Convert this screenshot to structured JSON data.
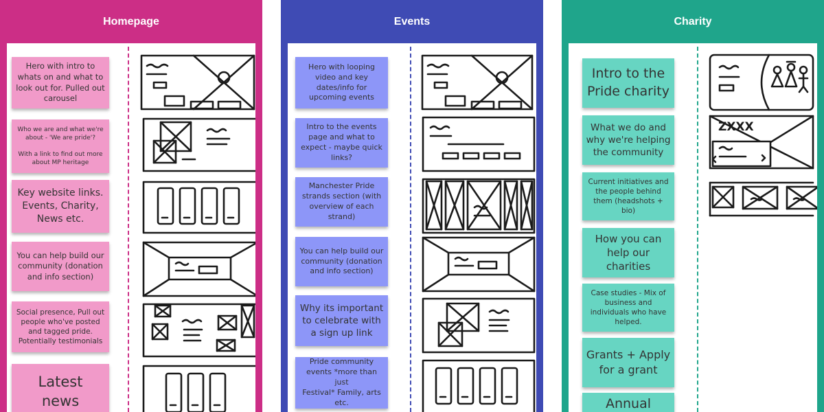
{
  "columns": [
    {
      "id": "homepage",
      "title": "Homepage",
      "color": "#cc2e86",
      "note_color": "#f19ac9",
      "notes": [
        {
          "text": "Hero with intro to\nwhats on and what to\nlook out for. Pulled out\ncarousel"
        },
        {
          "text": "Who we are and what we're\nabout - 'We are pride'?\n\nWith a link to find out more\nabout MP heritage"
        },
        {
          "text": "Key website links.\nEvents, Charity,\nNews etc."
        },
        {
          "text": "You can help build our\ncommunity (donation\nand info section)"
        },
        {
          "text": "Social presence, Pull out\npeople who've posted\nand tagged pride.\nPotentially testimonials"
        },
        {
          "text": "Latest\nnews"
        }
      ]
    },
    {
      "id": "events",
      "title": "Events",
      "color": "#3f4bb4",
      "note_color": "#8d96f8",
      "notes": [
        {
          "text": "Hero with looping\nvideo and key\ndates/info for\nupcoming events"
        },
        {
          "text": "Intro to the events\npage and what to\nexpect - maybe quick\nlinks?"
        },
        {
          "text": "Manchester Pride\nstrands section (with\noverview of each\nstrand)"
        },
        {
          "text": "You can help build our\ncommunity (donation\nand info section)"
        },
        {
          "text": "Why its important\nto celebrate with\na sign up link"
        },
        {
          "text": "Pride community\nevents *more than just\nFestival* Family, arts\netc."
        }
      ]
    },
    {
      "id": "charity",
      "title": "Charity",
      "color": "#1fa58b",
      "note_color": "#67d5c2",
      "notes": [
        {
          "text": "Intro to the\nPride charity"
        },
        {
          "text": "What we do and\nwhy we're helping\nthe community"
        },
        {
          "text": "Current initiatives and\nthe people behind\nthem (headshots + bio)"
        },
        {
          "text": "How you can\nhelp our\ncharities"
        },
        {
          "text": "Case studies - Mix of\nbusiness and\nindividuals who have\nhelped."
        },
        {
          "text": "Grants + Apply\nfor a grant"
        },
        {
          "text": "Annual"
        }
      ]
    }
  ],
  "sketch_text": {
    "charity_initials": "ZXXX"
  }
}
